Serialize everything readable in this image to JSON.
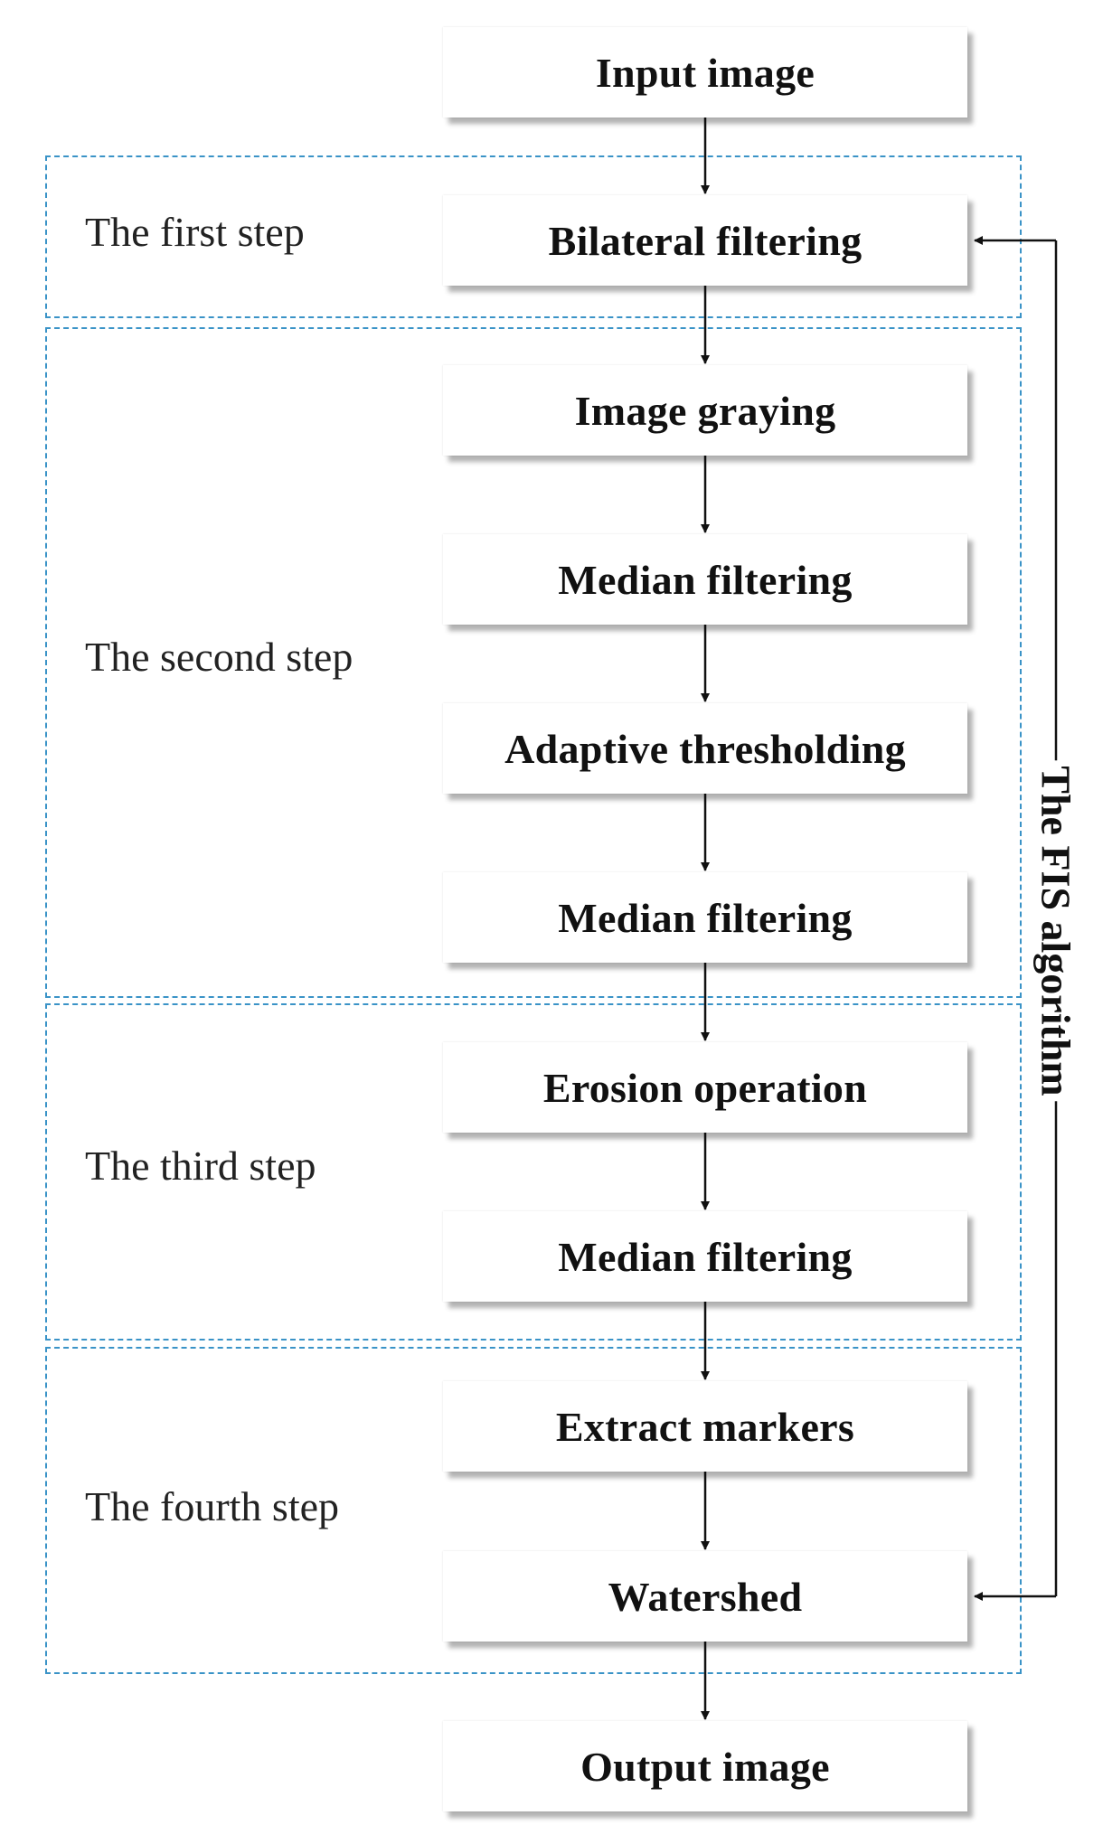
{
  "diagram": {
    "nodes": [
      {
        "id": "n1",
        "label": "Input image"
      },
      {
        "id": "n2",
        "label": "Bilateral filtering"
      },
      {
        "id": "n3",
        "label": "Image graying"
      },
      {
        "id": "n4",
        "label": "Median filtering"
      },
      {
        "id": "n5",
        "label": "Adaptive thresholding"
      },
      {
        "id": "n6",
        "label": "Median filtering"
      },
      {
        "id": "n7",
        "label": "Erosion operation"
      },
      {
        "id": "n8",
        "label": "Median filtering"
      },
      {
        "id": "n9",
        "label": "Extract markers"
      },
      {
        "id": "n10",
        "label": "Watershed"
      },
      {
        "id": "n11",
        "label": "Output image"
      }
    ],
    "steps": [
      {
        "label": "The first step",
        "nodes": [
          "n2"
        ]
      },
      {
        "label": "The second step",
        "nodes": [
          "n3",
          "n4",
          "n5",
          "n6"
        ]
      },
      {
        "label": "The third step",
        "nodes": [
          "n7",
          "n8"
        ]
      },
      {
        "label": "The fourth step",
        "nodes": [
          "n9",
          "n10"
        ]
      }
    ],
    "edges": [
      [
        "n1",
        "n2"
      ],
      [
        "n2",
        "n3"
      ],
      [
        "n3",
        "n4"
      ],
      [
        "n4",
        "n5"
      ],
      [
        "n5",
        "n6"
      ],
      [
        "n6",
        "n7"
      ],
      [
        "n7",
        "n8"
      ],
      [
        "n8",
        "n9"
      ],
      [
        "n9",
        "n10"
      ],
      [
        "n10",
        "n11"
      ]
    ],
    "bracket": {
      "label": "The FIS algorithm",
      "from": "n2",
      "to": "n10",
      "color": "#111111"
    },
    "colors": {
      "step_border": "#3a93c7",
      "arrow": "#111111"
    }
  }
}
